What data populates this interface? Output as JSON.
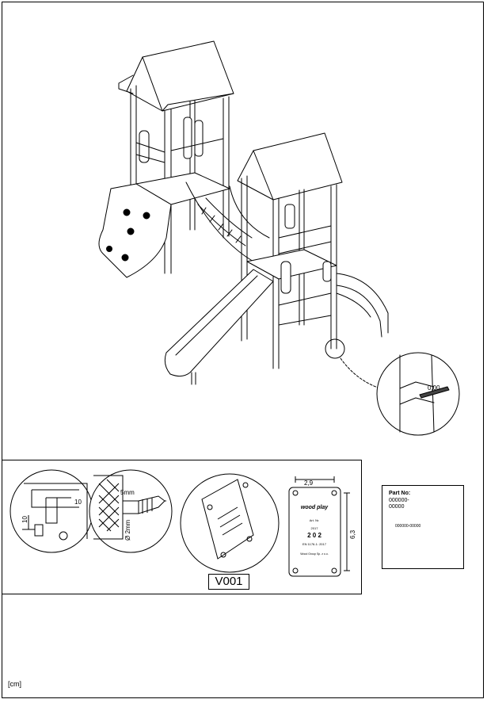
{
  "diagram": {
    "product_code": "V001",
    "unit_note": "[cm]",
    "detail_labels": {
      "wall_offset_a": "10",
      "wall_offset_b": "10",
      "screw_gap": "5mm",
      "drill_diameter": "Ø 2mm",
      "plate_width": "2,9",
      "plate_height": "6,3",
      "post_mark": "0,00"
    },
    "plate": {
      "brand": "wood play",
      "art_label": "Art. Nr.",
      "year": "2017",
      "number": "2 0 2",
      "standard": "EN 1176-1: 2017",
      "company": "Wood Group Sp. z o.o."
    },
    "tag": {
      "part_label": "Part No:",
      "part_number_line1": "000000-",
      "part_number_line2": "00000",
      "barcode_text": "000000-00000"
    }
  },
  "colors": {
    "line": "#000000",
    "background": "#ffffff"
  },
  "icons": [
    "scissors-icon",
    "bucket-icon"
  ]
}
